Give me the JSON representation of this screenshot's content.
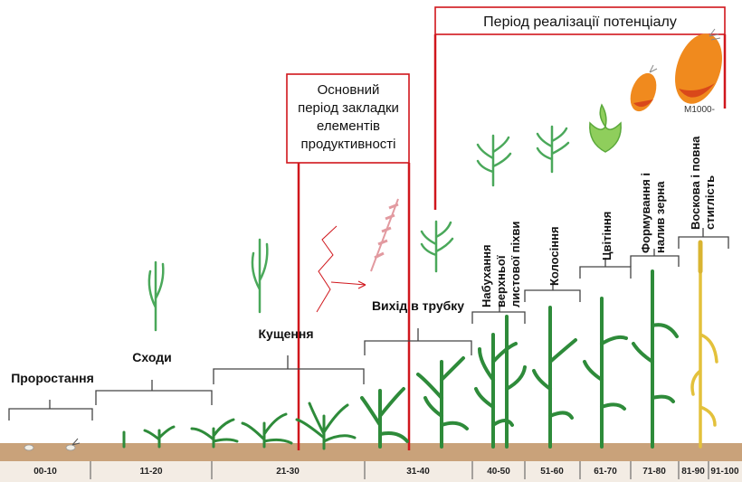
{
  "potential_period": {
    "text": "Період реалізації потенціалу"
  },
  "main_period": {
    "lines": [
      "Основний",
      "період закладки",
      "елементів",
      "продуктивності"
    ]
  },
  "stages": {
    "sprouting": "Проростання",
    "emergence": "Сходи",
    "tillering": "Кущення",
    "stem_extension": "Вихід в трубку",
    "booting": [
      "Набухання",
      "верхньої",
      "листової піхви"
    ],
    "heading": "Колосіння",
    "flowering": "Цвітіння",
    "grain_fill": [
      "Формування і",
      "налив зерна"
    ],
    "ripening": [
      "Воскова і повна",
      "стиглість"
    ]
  },
  "grain_mark": "M1000-",
  "scale": [
    "00-10",
    "11-20",
    "21-30",
    "31-40",
    "40-50",
    "51-60",
    "61-70",
    "71-80",
    "81-90",
    "91-100"
  ],
  "colors": {
    "red": "#d0161c",
    "soil": "#c9a27a",
    "leaf": "#2e8b3a",
    "grain": "#f08a1e",
    "ripe": "#e3c13b"
  }
}
